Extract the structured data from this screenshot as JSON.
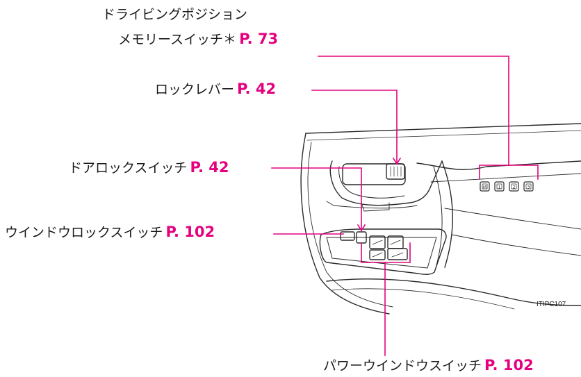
{
  "callouts": {
    "memory_switch": {
      "line1": "ドライビングポジション",
      "line2": "メモリースイッチ＊",
      "page_ref": "P. 73"
    },
    "lock_lever": {
      "label": "ロックレバー",
      "page_ref": "P. 42"
    },
    "door_lock_switch": {
      "label": "ドアロックスイッチ",
      "page_ref": "P. 42"
    },
    "window_lock_switch": {
      "label": "ウインドウロックスイッチ",
      "page_ref": "P. 102"
    },
    "power_window_switch": {
      "label": "パワーウインドウスイッチ",
      "page_ref": "P. 102"
    }
  },
  "memory_buttons": [
    "M",
    "1",
    "2",
    "3"
  ],
  "figure_code": "ITIPC107",
  "colors": {
    "page_ref": "#e4007f",
    "leader_line": "#e4007f",
    "drawing": "#2a2a2a",
    "text": "#1a1a1a"
  }
}
